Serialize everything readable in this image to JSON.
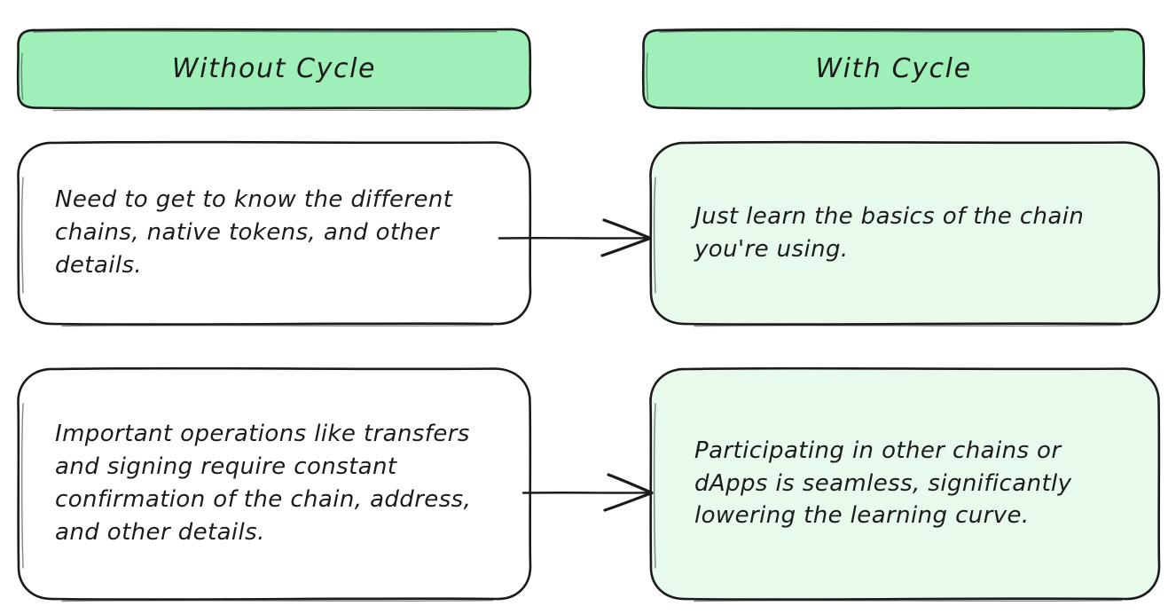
{
  "theme": {
    "background": "#ffffff",
    "header_fill": "#9FEFB8",
    "highlight_fill": "#E7FAEC",
    "plain_fill": "#FFFFFF",
    "stroke": "#1b1b1b",
    "text_color": "#1b1b1b"
  },
  "columns": [
    {
      "id": "without-cycle",
      "header": "Without Cycle"
    },
    {
      "id": "with-cycle",
      "header": "With Cycle"
    }
  ],
  "rows": [
    {
      "id": "row-1",
      "left": "Need to get to know the different chains, native tokens, and other details.",
      "right": "Just learn the basics of the chain you're using.",
      "arrow": "arrow-row-1"
    },
    {
      "id": "row-2",
      "left": "Important operations like transfers and signing require constant confirmation of the chain, address, and other details.",
      "right": "Participating in other chains or dApps is seamless, significantly lowering the learning curve.",
      "arrow": "arrow-row-2"
    }
  ],
  "arrows": [
    {
      "id": "arrow-row-1",
      "from": "node-left-1",
      "to": "node-right-1",
      "direction": "right"
    },
    {
      "id": "arrow-row-2",
      "from": "node-left-2",
      "to": "node-right-2",
      "direction": "right"
    }
  ]
}
